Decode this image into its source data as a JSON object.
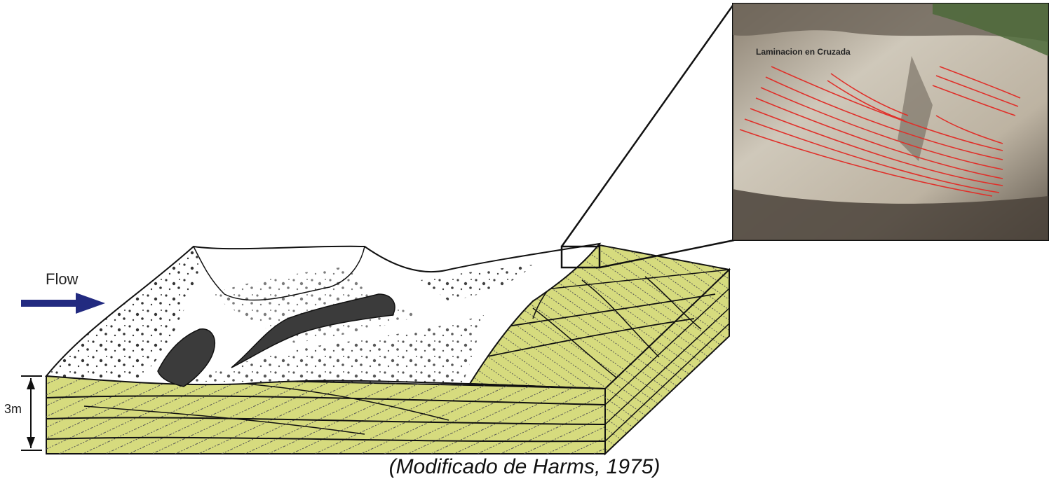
{
  "diagram": {
    "flow_label": "Flow",
    "scale_label": "3m",
    "photo_label": "Laminacion en Cruzada",
    "caption": "(Modificado de Harms, 1975)",
    "colors": {
      "sand": "#d6db7e",
      "outline": "#111111",
      "arrow": "#222a80",
      "trough": "#3b3b3b",
      "photo_rock": "#c9c0b0",
      "laminae": "#e0302a"
    }
  }
}
